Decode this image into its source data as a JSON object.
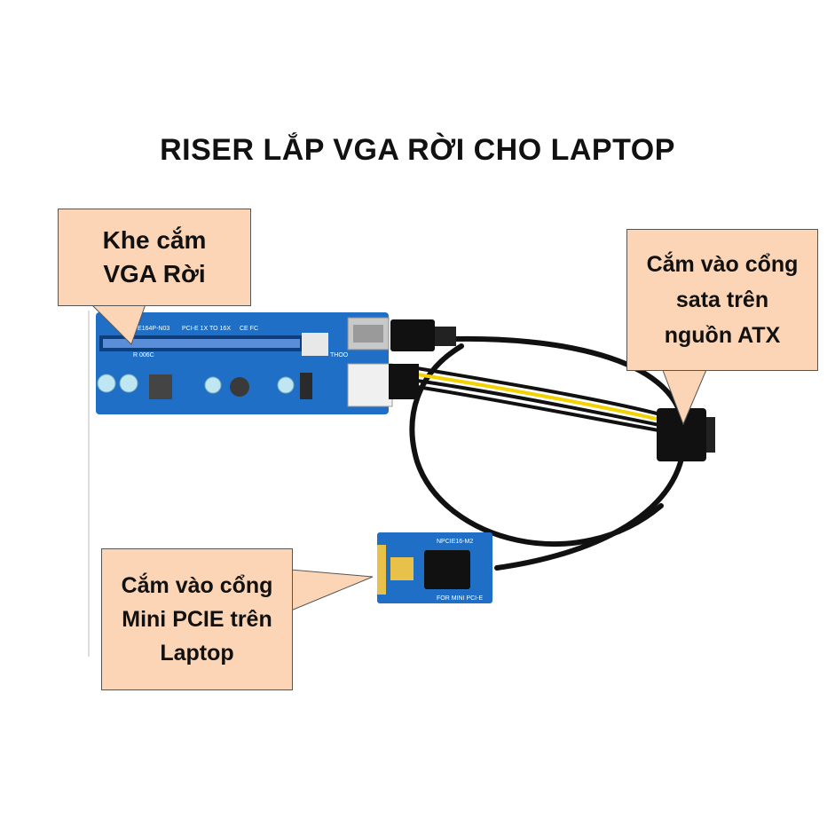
{
  "title": "RISER LẮP VGA  RỜI CHO LAPTOP",
  "callouts": {
    "vga_slot": [
      "Khe cắm",
      "VGA Rời"
    ],
    "sata_power": [
      "Cắm vào cổng",
      "sata trên",
      "nguồn ATX"
    ],
    "mini_pcie": [
      "Cắm vào cổng",
      "Mini PCIE trên",
      "Laptop"
    ]
  },
  "board_labels": {
    "riser_model": "CE164P-N03",
    "riser_version": "R 006C",
    "riser_interface": "PCI-E 1X TO 16X",
    "riser_marks": "CE FC",
    "riser_side": "THOO",
    "adapter_top": "NPCIE16-M2",
    "adapter_bottom": "FOR MINI PCI-E"
  },
  "colors": {
    "board_blue": "#1f6fc6",
    "callout_fill": "#fbd5b5",
    "cable_black": "#111111",
    "wire_yellow": "#f2d200"
  }
}
